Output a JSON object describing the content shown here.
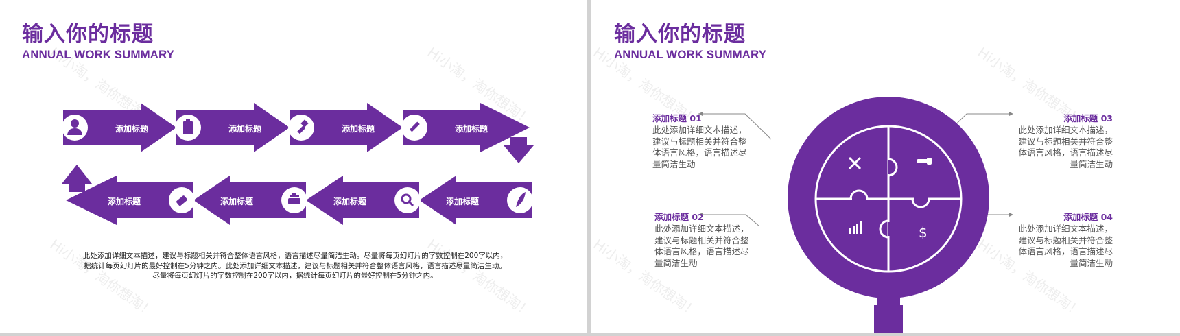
{
  "left_slide": {
    "title": "输入你的标题",
    "subtitle": "ANNUAL WORK SUMMARY",
    "arrows_top": [
      {
        "label": "添加标题",
        "icon": "user-icon"
      },
      {
        "label": "添加标题",
        "icon": "clipboard-icon"
      },
      {
        "label": "添加标题",
        "icon": "flashlight-icon"
      },
      {
        "label": "添加标题",
        "icon": "pencil-icon"
      }
    ],
    "arrows_bottom": [
      {
        "label": "添加标题",
        "icon": "tag-icon"
      },
      {
        "label": "添加标题",
        "icon": "pot-icon"
      },
      {
        "label": "添加标题",
        "icon": "search-icon"
      },
      {
        "label": "添加标题",
        "icon": "feather-icon"
      }
    ],
    "body_lines": [
      "此处添加详细文本描述，建议与标题相关并符合整体语言风格，语言描述尽量简洁生动。尽量将每页幻灯片的字数控制在200字以内，",
      "据统计每页幻灯片的最好控制在5分钟之内。此处添加详细文本描述，建议与标题相关并符合整体语言风格，语言描述尽量简洁生动。",
      "尽量将每页幻灯片的字数控制在200字以内，据统计每页幻灯片的最好控制在5分钟之内。"
    ]
  },
  "right_slide": {
    "title": "输入你的标题",
    "subtitle": "ANNUAL WORK SUMMARY",
    "items": [
      {
        "title": "添加标题 01",
        "lines": [
          "此处添加详细文本描述，",
          "建议与标题相关并符合整",
          "体语言风格，语言描述尽",
          "量简洁生动"
        ],
        "icon": "tools-icon"
      },
      {
        "title": "添加标题 02",
        "lines": [
          "此处添加详细文本描述，",
          "建议与标题相关并符合整",
          "体语言风格，语言描述尽",
          "量简洁生动"
        ],
        "icon": "bar-chart-icon"
      },
      {
        "title": "添加标题 03",
        "lines": [
          "此处添加详细文本描述，",
          "建议与标题相关并符合整",
          "体语言风格，语言描述尽",
          "量简洁生动"
        ],
        "icon": "flashlight-icon"
      },
      {
        "title": "添加标题 04",
        "lines": [
          "此处添加详细文本描述，",
          "建议与标题相关并符合整",
          "体语言风格，语言描述尽",
          "量简洁生动"
        ],
        "icon": "dollar-icon"
      }
    ]
  },
  "watermark": "Hi小淘，淘你想淘！",
  "colors": {
    "accent": "#6b2d9e",
    "text": "#222222",
    "muted": "#555555",
    "background": "#ffffff",
    "frame": "#d2d2d2"
  }
}
